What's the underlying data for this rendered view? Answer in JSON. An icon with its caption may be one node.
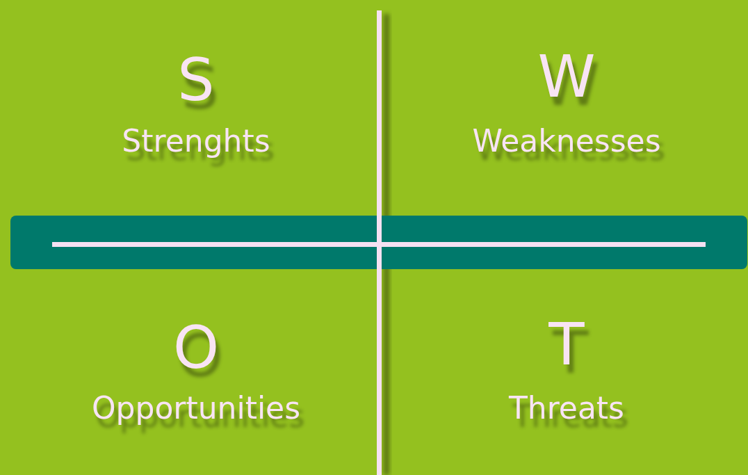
{
  "diagram": {
    "labels": [
      "S",
      "Strenghts",
      "W",
      "Weaknesses",
      "O",
      "Opportunities",
      "T",
      "Threats"
    ]
  }
}
